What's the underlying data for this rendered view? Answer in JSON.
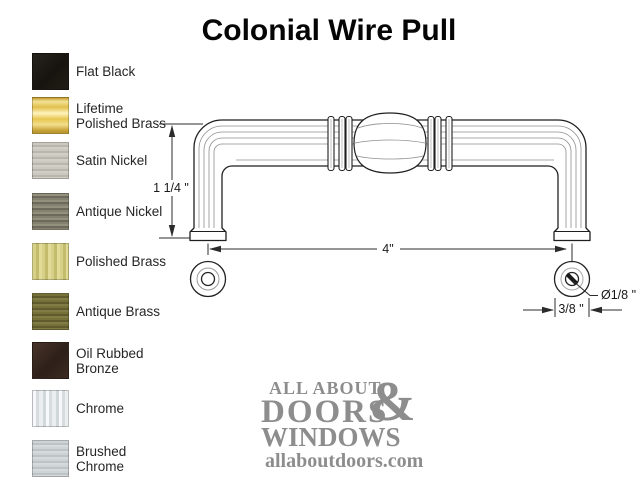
{
  "title": "Colonial Wire Pull",
  "finishes": [
    {
      "label": "Flat Black",
      "color": "#1d1a15"
    },
    {
      "label": "Lifetime Polished Brass",
      "color": "#eccd5f"
    },
    {
      "label": "Satin Nickel",
      "color": "#c3c0b8"
    },
    {
      "label": "Antique Nickel",
      "color": "#817d6e"
    },
    {
      "label": "Polished Brass",
      "color": "#d2cb7d"
    },
    {
      "label": "Antique Brass",
      "color": "#6e6935"
    },
    {
      "label": "Oil Rubbed Bronze",
      "color": "#372820"
    },
    {
      "label": "Chrome",
      "color": "#e8ebec"
    },
    {
      "label": "Brushed Chrome",
      "color": "#c8cdd0"
    }
  ],
  "drawing": {
    "height_dim": "1 1/4 \"",
    "length_dim": "4\"",
    "base_width_dim": "3/8 \"",
    "hole_dim": "Ø1/8 \""
  },
  "logo": {
    "line1": "ALL ABOUT",
    "ampersand": "&",
    "line2": "DOORS",
    "line3": "WINDOWS",
    "website": "allaboutdoors.com"
  }
}
